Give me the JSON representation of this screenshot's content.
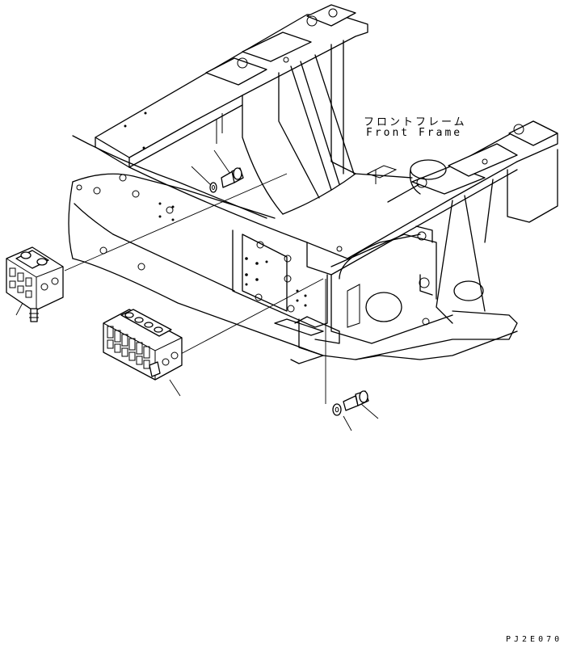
{
  "labels": {
    "front_frame_jp": "フロントフレーム",
    "front_frame_en": "Front Frame"
  },
  "drawing_code": "PJ2E070",
  "parts": [
    {
      "name": "valve-block-small",
      "icon": "valve-block-icon"
    },
    {
      "name": "valve-block-large",
      "icon": "valve-block-icon"
    },
    {
      "name": "bolt-upper",
      "icon": "bolt-icon"
    },
    {
      "name": "washer-upper",
      "icon": "washer-icon"
    },
    {
      "name": "bolt-lower",
      "icon": "bolt-icon"
    },
    {
      "name": "washer-lower",
      "icon": "washer-icon"
    }
  ]
}
